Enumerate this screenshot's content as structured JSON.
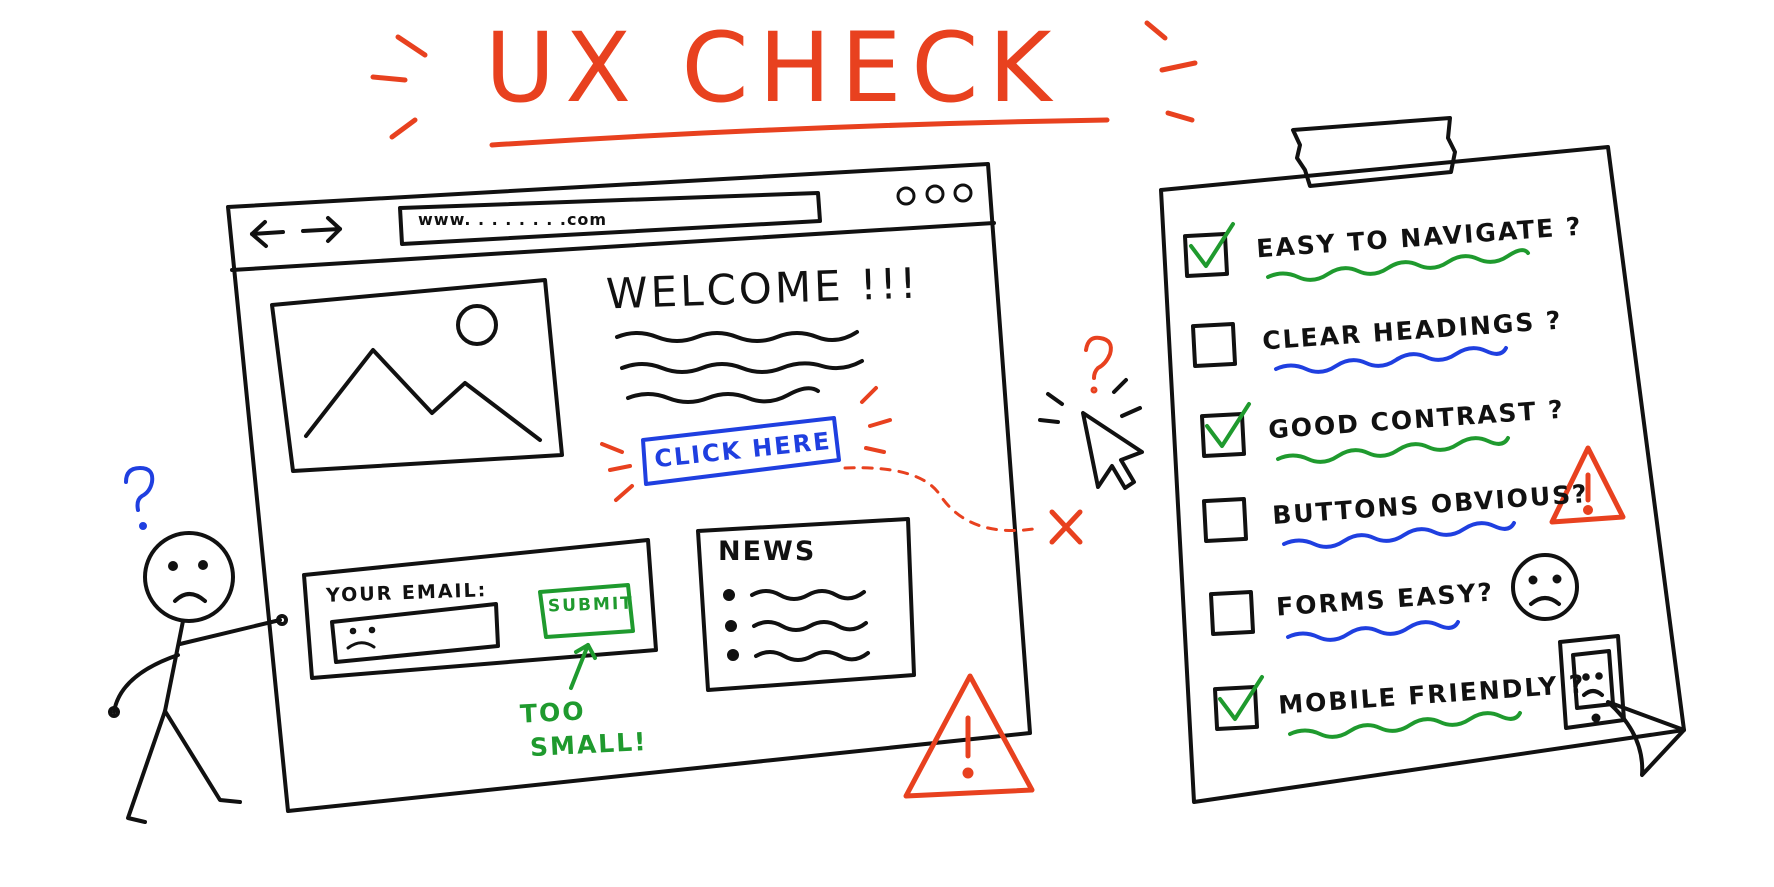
{
  "title": "UX CHECK",
  "colors": {
    "ink": "#111111",
    "accent_red": "#e8411f",
    "blue": "#1f3fe0",
    "green": "#1f9a2e"
  },
  "mockup": {
    "url": "www. . . . . . . .com",
    "heading": "WELCOME !!!",
    "cta_label": "CLICK HERE",
    "email_label": "YOUR EMAIL:",
    "submit_label": "SUBMIT",
    "note_line1": "TOO",
    "note_line2": "SMALL!",
    "news_title": "NEWS"
  },
  "checklist": {
    "items": [
      {
        "label": "EASY TO NAVIGATE ?",
        "checked": true,
        "underline": "green"
      },
      {
        "label": "CLEAR HEADINGS ?",
        "checked": false,
        "underline": "blue"
      },
      {
        "label": "GOOD CONTRAST ?",
        "checked": true,
        "underline": "green"
      },
      {
        "label": "BUTTONS OBVIOUS?",
        "checked": false,
        "underline": "blue"
      },
      {
        "label": "FORMS EASY?",
        "checked": false,
        "underline": "blue"
      },
      {
        "label": "MOBILE FRIENDLY ?",
        "checked": true,
        "underline": "green"
      }
    ]
  },
  "icons": [
    "arrow-left-icon",
    "arrow-right-icon",
    "window-dots-icon",
    "image-placeholder-icon",
    "cursor-icon",
    "question-mark-icon",
    "warning-icon",
    "sad-face-icon",
    "phone-icon",
    "tape-icon",
    "stick-figure-icon"
  ]
}
